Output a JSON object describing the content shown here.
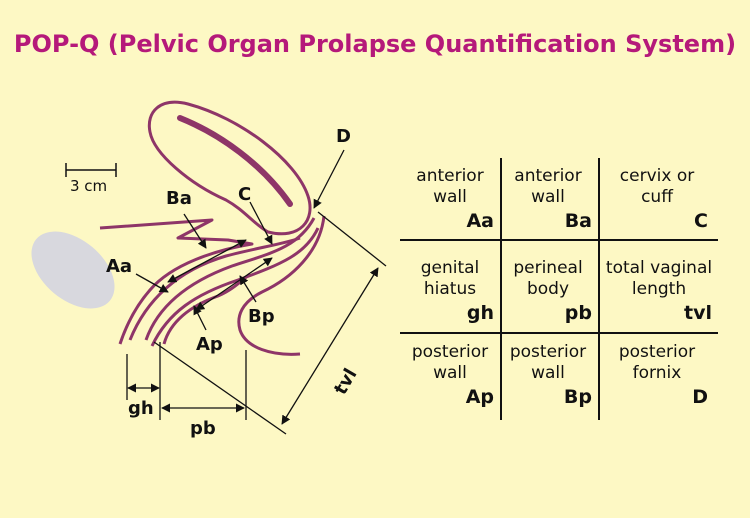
{
  "title": "POP-Q (Pelvic Organ Prolapse Quantification System)",
  "diagram": {
    "scale_label": "3 cm",
    "labels": {
      "D": "D",
      "Ba": "Ba",
      "C": "C",
      "Aa": "Aa",
      "Ap": "Ap",
      "Bp": "Bp",
      "gh": "gh",
      "pb": "pb",
      "tvl": "tvl"
    }
  },
  "grid": [
    [
      {
        "desc1": "anterior",
        "desc2": "wall",
        "code": "Aa"
      },
      {
        "desc1": "anterior",
        "desc2": "wall",
        "code": "Ba"
      },
      {
        "desc1": "cervix or",
        "desc2": "cuff",
        "code": "C"
      }
    ],
    [
      {
        "desc1": "genital",
        "desc2": "hiatus",
        "code": "gh"
      },
      {
        "desc1": "perineal",
        "desc2": "body",
        "code": "pb"
      },
      {
        "desc1": "total vaginal",
        "desc2": "length",
        "code": "tvl"
      }
    ],
    [
      {
        "desc1": "posterior",
        "desc2": "wall",
        "code": "Ap"
      },
      {
        "desc1": "posterior",
        "desc2": "wall",
        "code": "Bp"
      },
      {
        "desc1": "posterior",
        "desc2": "fornix",
        "code": "D"
      }
    ]
  ],
  "colors": {
    "title": "#b5197a",
    "outline": "#8e3568",
    "background": "#fdf8c4",
    "bone": "#d8d8de"
  }
}
